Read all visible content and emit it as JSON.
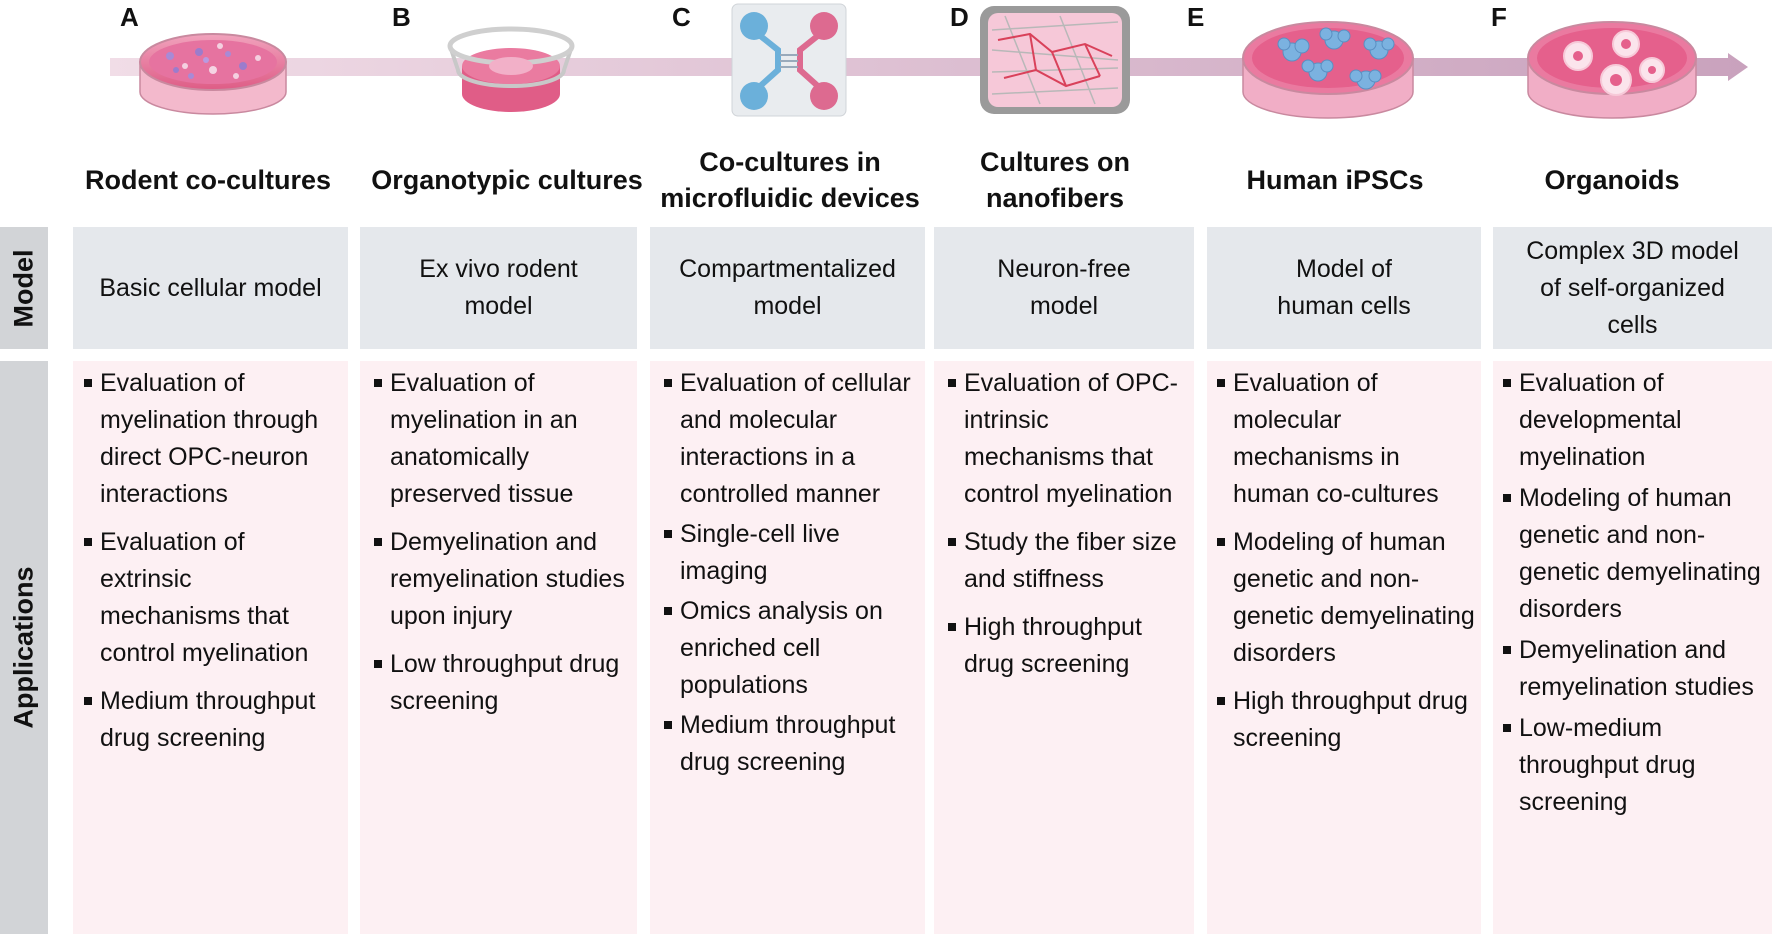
{
  "row_labels": {
    "model": "Model",
    "applications": "Applications"
  },
  "columns": [
    {
      "letter": "A",
      "title": "Rodent co-cultures",
      "model": "Basic cellular model",
      "icon": "petri-dish-cocultures-icon",
      "applications": [
        "Evaluation of myelination through direct OPC-neuron interactions",
        "Evaluation of extrinsic mechanisms  that control myelination",
        "Medium throughput drug screening"
      ]
    },
    {
      "letter": "B",
      "title": "Organotypic cultures",
      "model": "Ex vivo rodent model",
      "icon": "organotypic-insert-icon",
      "applications": [
        "Evaluation of myelination in an anatomically preserved tissue",
        "Demyelination and remyelination studies upon injury",
        "Low throughput drug screening"
      ]
    },
    {
      "letter": "C",
      "title": "Co-cultures in microfluidic devices",
      "model": "Compartmentalized model",
      "icon": "microfluidic-device-icon",
      "applications": [
        "Evaluation of cellular and molecular interactions in a controlled manner",
        "Single-cell live imaging",
        "Omics analysis on enriched cell populations",
        "Medium throughput drug screening"
      ]
    },
    {
      "letter": "D",
      "title": "Cultures on nanofibers",
      "model": "Neuron-free model",
      "icon": "nanofiber-scaffold-icon",
      "applications": [
        "Evaluation of OPC-intrinsic mechanisms that control myelination",
        "Study the fiber size  and stiffness",
        "High throughput drug screening"
      ]
    },
    {
      "letter": "E",
      "title": "Human iPSCs",
      "model": "Model of human cells",
      "icon": "petri-dish-ipsc-colonies-icon",
      "applications": [
        "Evaluation of molecular mechanisms in human co-cultures",
        "Modeling of human genetic and non-genetic demyelinating disorders",
        "High throughput drug screening"
      ]
    },
    {
      "letter": "F",
      "title": "Organoids",
      "model": "Complex 3D model of self-organized cells",
      "icon": "petri-dish-organoids-icon",
      "applications": [
        "Evaluation of developmental myelination",
        "Modeling of human genetic and non-genetic demyelinating disorders",
        "Demyelination and remyelination studies",
        "Low-medium throughput drug screening"
      ]
    }
  ],
  "colors": {
    "timeline_arrow": "#dcb2c8",
    "model_bg": "#e5e8ec",
    "applications_bg": "#fdf0f3",
    "row_label_bg": "#d2d4d7",
    "dish_pink": "#e4608a",
    "blue": "#7bb2e0"
  }
}
